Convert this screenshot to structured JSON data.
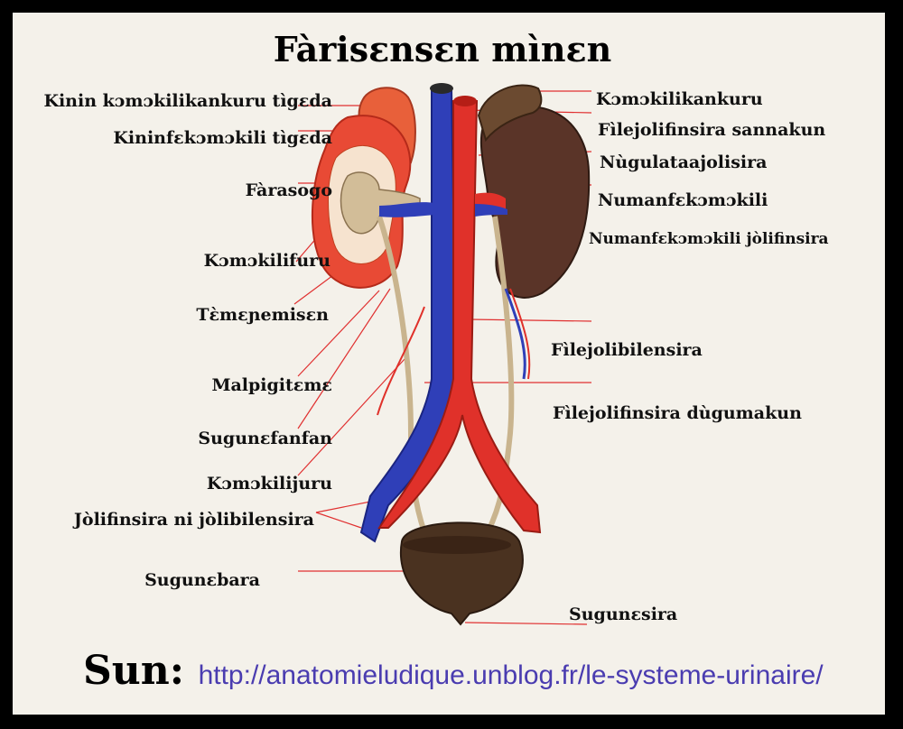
{
  "title": "Fàrisɛnsɛn mìnɛn",
  "labels_left": [
    "Kinin kɔmɔkilikankuru tìgɛda",
    "Kininfɛkɔmɔkili tìgɛda",
    "Fàrasogo",
    "Kɔmɔkilifuru",
    "Tɛ̀mɛɲemisɛn",
    "Malpigitɛmɛ",
    "Sugunɛfanfan",
    "Kɔmɔkilijuru",
    "Jòlifinsira ni jòlibilensira",
    "Sugunɛbara"
  ],
  "labels_right": [
    "Kɔmɔkilikankuru",
    "Fìlejolifinsira sannakun",
    "Nùgulataajolisira",
    "Numanfɛkɔmɔkili",
    "Numanfɛkɔmɔkili jòlifinsira",
    "Fìlejolibilensira",
    "Fìlejolifinsira dùgumakun",
    "Sugunɛsira"
  ],
  "source": {
    "prefix": "Sun:",
    "url": "http://anatomieludique.unblog.fr/le-systeme-urinaire/"
  },
  "colors": {
    "artery": "#e0312a",
    "vein": "#2f3fb8",
    "kidney_cut": "#e84a35",
    "kidney_right": "#5a3428",
    "adrenal": "#e8603a",
    "ureter": "#c9b48e",
    "bladder": "#4a3220"
  }
}
